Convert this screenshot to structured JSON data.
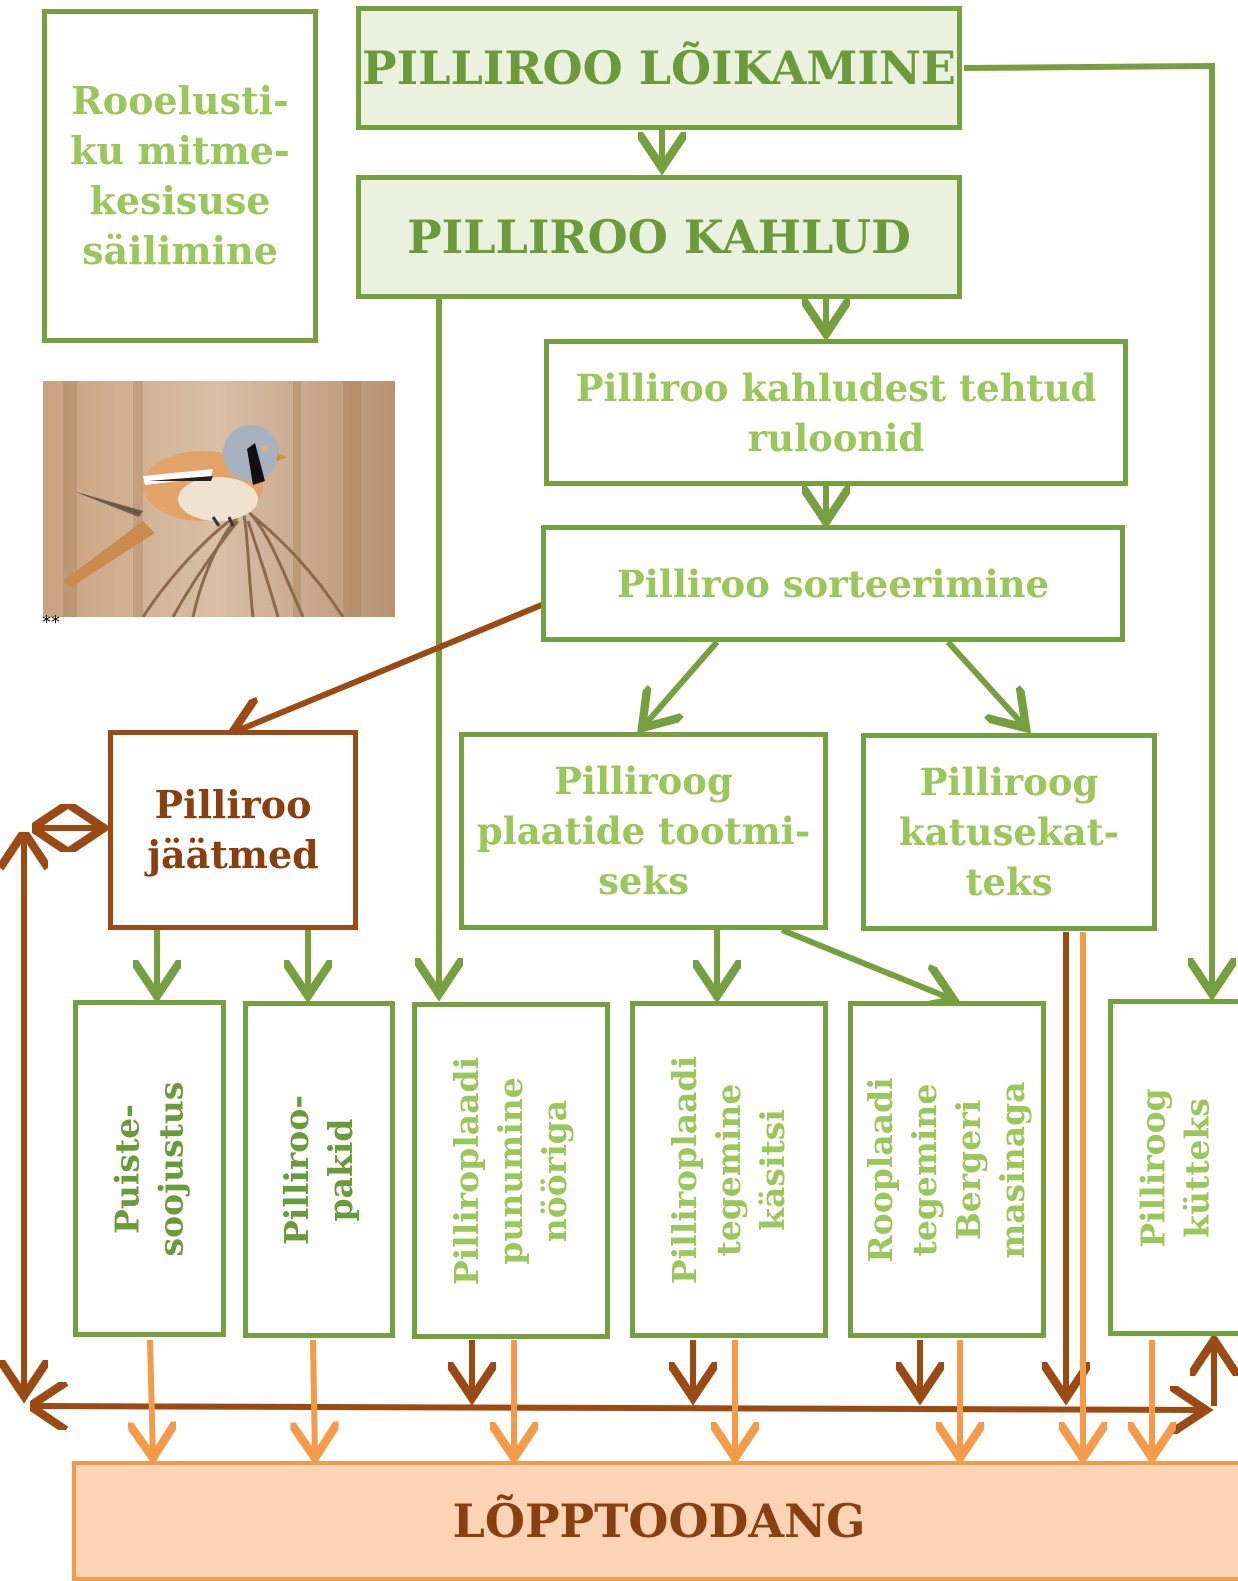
{
  "nodes": {
    "cutting": "PILLIROO LÕIKAMINE",
    "sheaves": "PILLIROO KAHLUD",
    "biodiversity": "Rooelusti-\nku mitme-\nkesisuse\nsäilimine",
    "rolls": "Pilliroo kahludest tehtud\nruloonid",
    "sorting": "Pilliroo sorteerimine",
    "waste": "Pilliroo\njäätmed",
    "board_reed": "Pilliroog\nplaatide tootmi-\nseks",
    "roof_reed": "Pilliroog\nkatusekat-\nteks",
    "insulation": "Puiste-\nsoojustus",
    "packs": "Pilliroo-\npakid",
    "weaving": "Pilliroplaadi\npunumine\nnööriga",
    "handmade": "Pilliroplaadi\ntegemine\nkäsitsi",
    "berger": "Rooplaadi\ntegemine Bergeri\nmasinaga",
    "heating": "Pilliroog\nkütteks",
    "final": "LÕPPTOODANG"
  },
  "photo_credit": "**",
  "colors": {
    "green": "#76a040",
    "text_green": "#6a9a3a",
    "light_green": "#9bc65a",
    "brown": "#9a4a12",
    "orange": "#f59a48",
    "final_fill": "#fbd4b6",
    "top_fill": "#eaf1df"
  }
}
